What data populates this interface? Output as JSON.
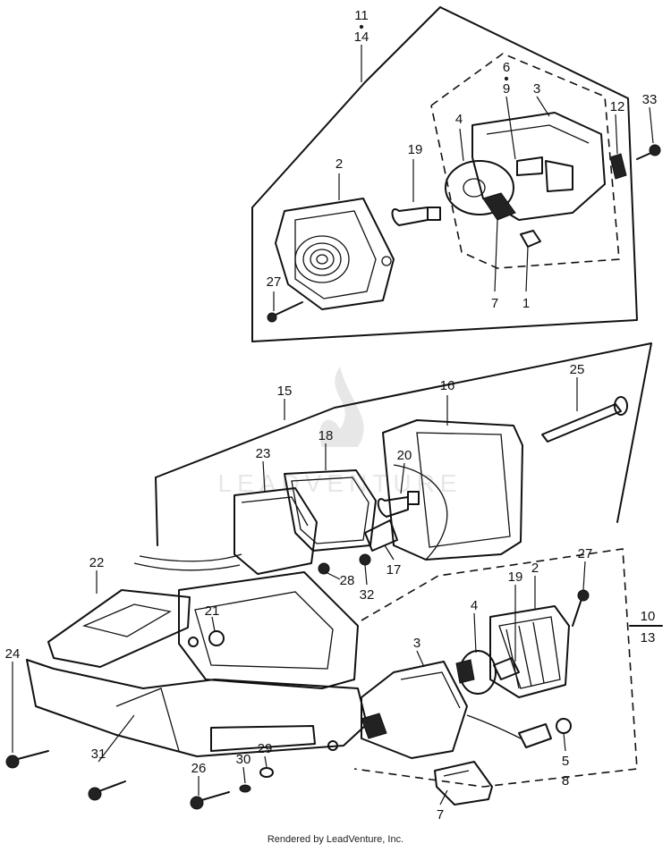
{
  "labels": {
    "top_group": [
      "11",
      "14"
    ],
    "top": [
      "2",
      "19",
      "4",
      "6",
      "9",
      "3",
      "12",
      "33",
      "27",
      "7",
      "1"
    ],
    "middle": [
      "15",
      "16",
      "25",
      "18",
      "23",
      "20",
      "17",
      "28",
      "32",
      "22",
      "21"
    ],
    "bottom": [
      "24",
      "31",
      "26",
      "30",
      "29",
      "3",
      "4",
      "19",
      "2",
      "27",
      "5",
      "8",
      "7"
    ],
    "right_group": [
      "10",
      "13"
    ]
  },
  "watermark": {
    "brand": "LEADVENTURE"
  },
  "footer": {
    "text": "Rendered by LeadVenture, Inc."
  }
}
